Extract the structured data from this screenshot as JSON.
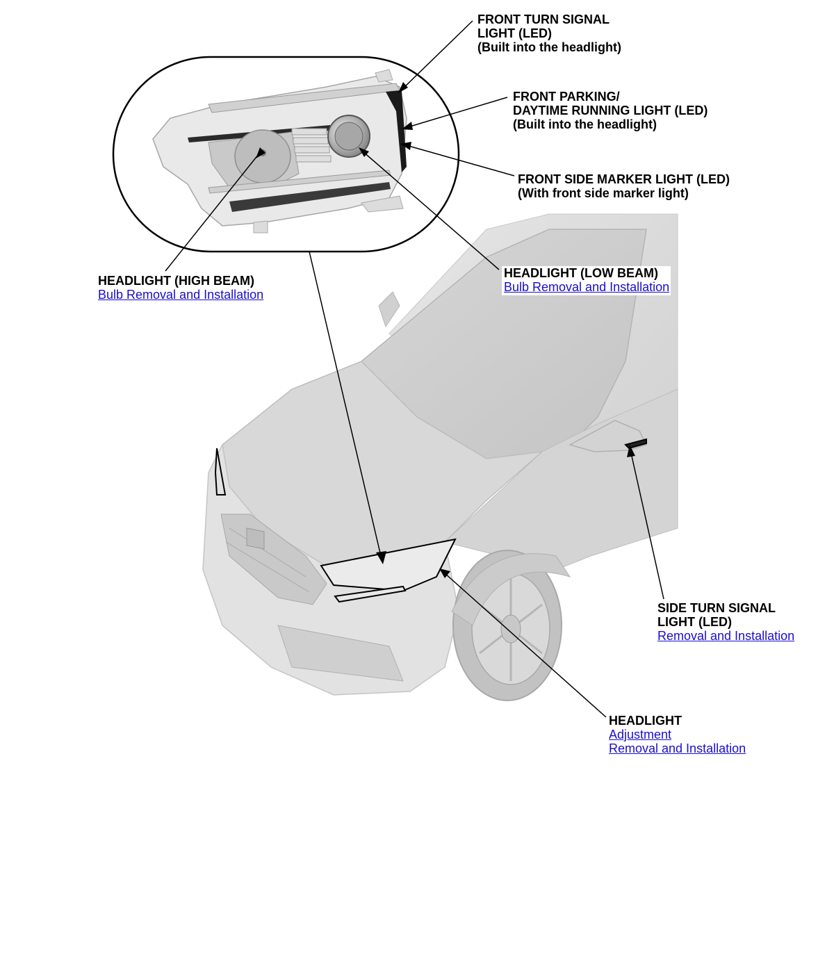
{
  "labels": {
    "turn_signal": {
      "line1": "FRONT TURN SIGNAL",
      "line2": "LIGHT (LED)",
      "line3": "(Built into the headlight)"
    },
    "parking": {
      "line1": "FRONT PARKING/",
      "line2": "DAYTIME RUNNING LIGHT (LED)",
      "line3": "(Built into the headlight)"
    },
    "side_marker": {
      "line1": "FRONT SIDE MARKER LIGHT (LED)",
      "line2": "(With front side marker light)"
    },
    "high_beam": {
      "title": "HEADLIGHT (HIGH BEAM)",
      "link": "Bulb Removal and Installation"
    },
    "low_beam": {
      "title": "HEADLIGHT (LOW BEAM)",
      "link": "Bulb Removal and Installation"
    },
    "side_turn": {
      "line1": "SIDE TURN SIGNAL",
      "line2": "LIGHT (LED)",
      "link": "Removal and Installation"
    },
    "headlight": {
      "title": "HEADLIGHT",
      "link1": "Adjustment",
      "link2": "Removal and Installation"
    }
  },
  "colors": {
    "link": "#1a0dcc",
    "text": "#000000",
    "car_body": "#dcdcdc",
    "car_dark": "#b8b8b8"
  }
}
